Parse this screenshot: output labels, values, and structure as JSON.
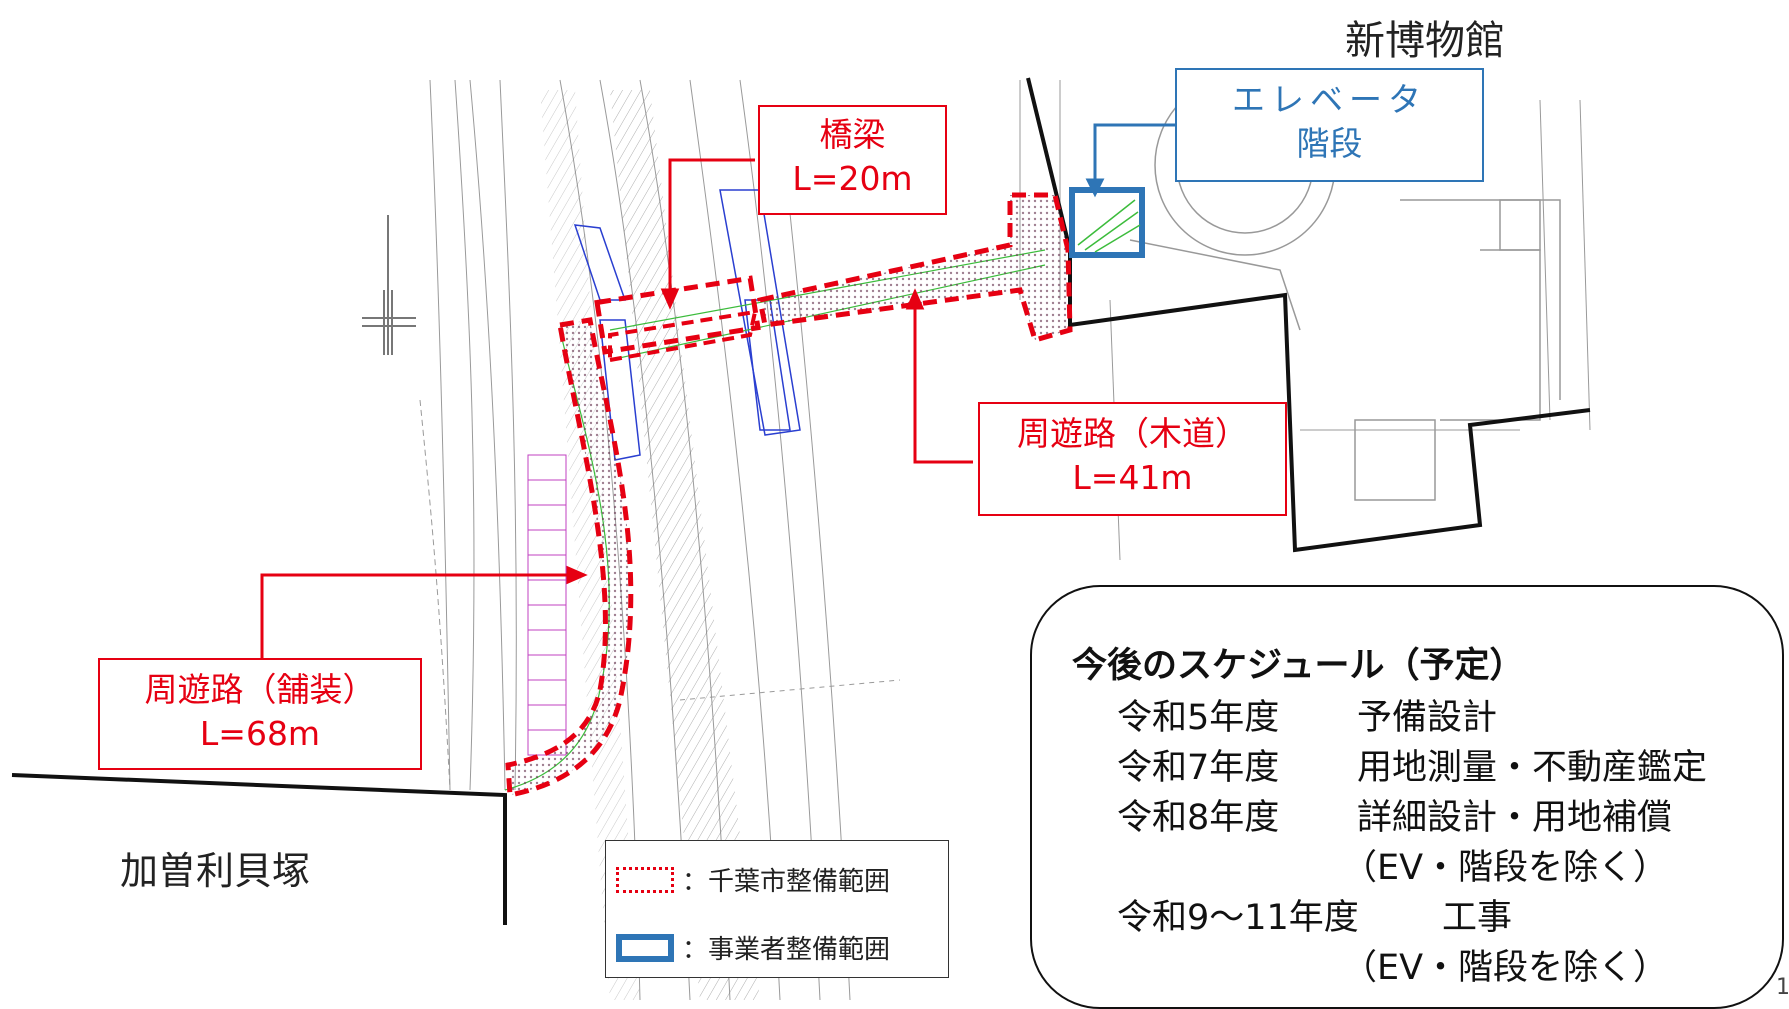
{
  "places": {
    "new_museum": "新博物館",
    "kasori": "加曽利貝塚"
  },
  "callouts": {
    "bridge": {
      "title": "橋梁",
      "length": "L=20m"
    },
    "elevator": {
      "line1": "エレベータ",
      "line2": "階段"
    },
    "boardwalk": {
      "title": "周遊路（木道）",
      "length": "L=41m"
    },
    "paved": {
      "title": "周遊路（舗装）",
      "length": "L=68m"
    }
  },
  "legend": {
    "city": "：千葉市整備範囲",
    "operator": "：事業者整備範囲"
  },
  "schedule": {
    "title": "今後のスケジュール（予定）",
    "rows": [
      {
        "year": "令和5年度",
        "task": "予備設計"
      },
      {
        "year": "令和7年度",
        "task": "用地測量・不動産鑑定"
      },
      {
        "year": "令和8年度",
        "task": "詳細設計・用地補償"
      },
      {
        "year": "",
        "task": "（EV・階段を除く）"
      },
      {
        "year": "令和9～11年度",
        "task": "工事"
      },
      {
        "year": "",
        "task": "（EV・階段を除く）"
      }
    ]
  },
  "page_number": "1",
  "colors": {
    "city_scope": "#e60012",
    "operator_scope": "#2e75b6"
  }
}
